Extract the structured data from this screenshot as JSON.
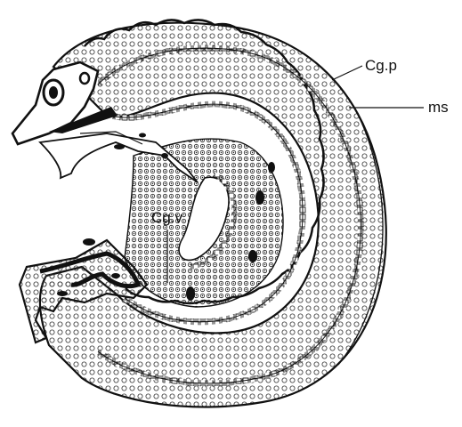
{
  "labels": {
    "cg_p": "Cg.p",
    "ms": "ms",
    "cg_v": "Cg.v"
  }
}
